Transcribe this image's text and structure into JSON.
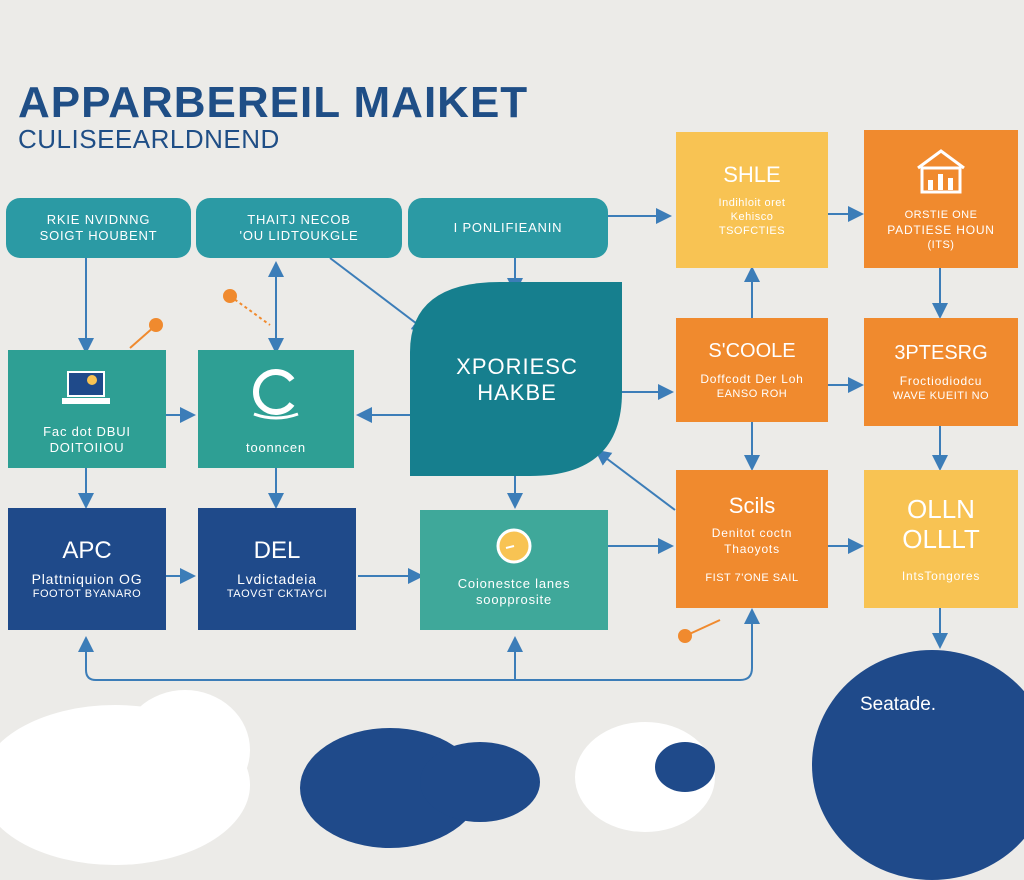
{
  "header": {
    "title": "APPARBEREIL MAIKET",
    "subtitle": "CULISEEARLDNEND"
  },
  "top_row": [
    {
      "line1": "RKIE NVIDNNG",
      "line2": "SOIGT HOUBENT"
    },
    {
      "line1": "THAITJ NECOB",
      "line2": "'OU LIDTOUKGLE"
    },
    {
      "line1": "I PONLIFIEANIN",
      "line2": ""
    }
  ],
  "mid_row": [
    {
      "line1": "Fac dot DBUI",
      "line2": "DOITOIIOU"
    },
    {
      "line1": "toonncen",
      "line2": ""
    }
  ],
  "hub": {
    "line1": "XPORIESC",
    "line2": "HAKBE"
  },
  "bottom_row": [
    {
      "head": "APC",
      "line1": "Plattniquion OG",
      "line2": "FOOTOT BYANARO"
    },
    {
      "head": "DEL",
      "line1": "Lvdictadeia",
      "line2": "TAOVGT CKTAYCI"
    },
    {
      "head": "",
      "line1": "Coionestce lanes",
      "line2": "soopprosite"
    }
  ],
  "orange_col1": [
    {
      "head": "SHLE",
      "line1": "Indihloit oret",
      "line2": "Kehisco",
      "line3": "TSOFCTIES"
    },
    {
      "head": "S'COOLE",
      "line1": "Doffcodt Der Loh",
      "line2": "EANSO ROH",
      "line3": ""
    },
    {
      "head": "Scils",
      "line1": "Denitot coctn",
      "line2": "Thaoyots",
      "line3": "FIST 7'ONE SAIL"
    }
  ],
  "orange_col2": [
    {
      "head": "",
      "line1": "ORSTIE ONE",
      "line2": "PADTIESE HOUN",
      "line3": "(ITS)"
    },
    {
      "head": "3PTESRG",
      "line1": "Froctiodiodcu",
      "line2": "WAVE KUEITI NO",
      "line3": ""
    },
    {
      "head": "OLLN\nOLLLT",
      "line1": "IntsTongores",
      "line2": "",
      "line3": ""
    }
  ],
  "footer_circle": {
    "label": "Seatade."
  },
  "colors": {
    "teal": "#2e9f94",
    "navy": "#1f4a8a",
    "orange": "#f08a2e",
    "yellow": "#f8c353",
    "title": "#1f4e86"
  }
}
